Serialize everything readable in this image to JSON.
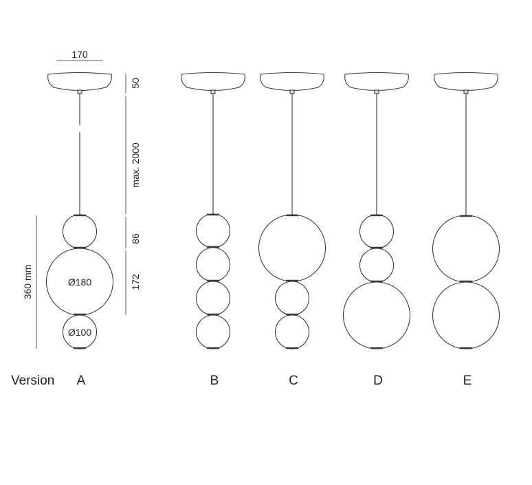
{
  "dimensions": {
    "canopy_width": "170",
    "canopy_height": "50",
    "cable_length": "max. 2000",
    "small_ball_height": "86",
    "large_ball_height": "172",
    "total_height": "360 mm",
    "large_ball_diameter": "Ø180",
    "small_ball_diameter": "Ø100"
  },
  "version_label": "Version",
  "versions": [
    {
      "name": "A",
      "balls_top_to_bottom_mm": [
        100,
        180,
        100
      ]
    },
    {
      "name": "B",
      "balls_top_to_bottom_mm": [
        100,
        100,
        100,
        100
      ]
    },
    {
      "name": "C",
      "balls_top_to_bottom_mm": [
        180,
        100,
        100
      ]
    },
    {
      "name": "D",
      "balls_top_to_bottom_mm": [
        100,
        100,
        180
      ]
    },
    {
      "name": "E",
      "balls_top_to_bottom_mm": [
        180,
        180
      ]
    }
  ],
  "colors": {
    "line": "#3a3a3a"
  }
}
